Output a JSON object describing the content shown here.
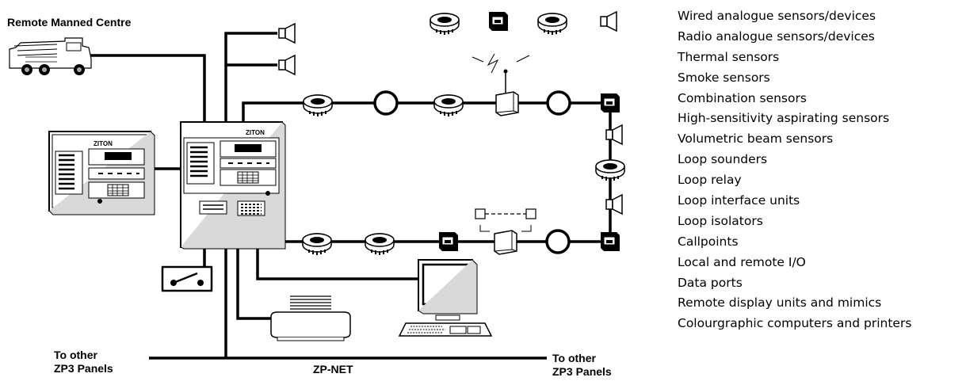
{
  "labels": {
    "remote_centre": "Remote Manned Centre",
    "left_network_line1": "To other",
    "left_network_line2": "ZP3 Panels",
    "network_name": "ZP-NET",
    "right_network_line1": "To other",
    "right_network_line2": "ZP3 Panels",
    "brand": "ZITON"
  },
  "features": [
    "Wired analogue sensors/devices",
    "Radio analogue sensors/devices",
    "Thermal sensors",
    "Smoke sensors",
    "Combination sensors",
    "High-sensitivity aspirating sensors",
    "Volumetric beam sensors",
    "Loop sounders",
    "Loop relay",
    "Loop interface units",
    "Loop isolators",
    "Callpoints",
    "Local and remote I/O",
    "Data ports",
    "Remote display units and mimics",
    "Colourgraphic computers and printers"
  ],
  "icons": {
    "vehicle": "fire-engine-icon",
    "sounder": "sounder-icon",
    "detector": "smoke-detector-icon",
    "isolator": "loop-isolator-icon",
    "callpoint": "callpoint-icon",
    "radio": "radio-interface-icon",
    "switch": "switch-icon",
    "monitor": "computer-icon",
    "printer": "printer-icon",
    "panel": "fire-panel-icon"
  },
  "colors": {
    "ink": "#000000",
    "background": "#ffffff",
    "panel_fill": "#ffffff",
    "shade": "#d9d9d9"
  }
}
